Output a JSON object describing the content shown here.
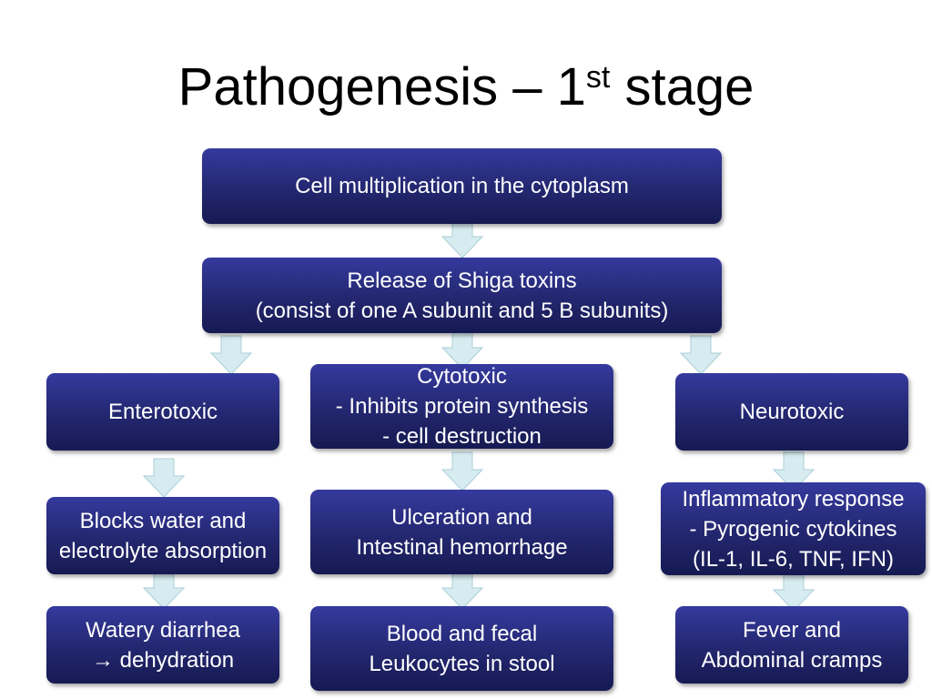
{
  "title": {
    "main": "Pathogenesis – 1",
    "sup": "st",
    "rest": " stage"
  },
  "boxes": {
    "cell_multiplication": "Cell multiplication in the cytoplasm",
    "release": "Release of Shiga toxins\n(consist of one A subunit and 5 B subunits)",
    "enterotoxic": "Enterotoxic",
    "cytotoxic": "Cytotoxic\n- Inhibits protein synthesis\n- cell destruction",
    "neurotoxic": "Neurotoxic",
    "blocks_water": "Blocks water and\nelectrolyte absorption",
    "ulceration": "Ulceration and\nIntestinal hemorrhage",
    "inflammatory": "Inflammatory response\n- Pyrogenic cytokines\n(IL-1, IL-6, TNF, IFN)",
    "watery_diarrhea": "Watery diarrhea\n→ dehydration",
    "blood_fecal": "Blood and fecal\nLeukocytes in stool",
    "fever": "Fever and\nAbdominal cramps"
  },
  "colors": {
    "box_top": "#353a9e",
    "box_bottom": "#161a52",
    "arrow_fill": "#d7ecf0",
    "arrow_stroke": "#a9cfd6"
  },
  "icons": [
    "arrow-down-icon"
  ]
}
